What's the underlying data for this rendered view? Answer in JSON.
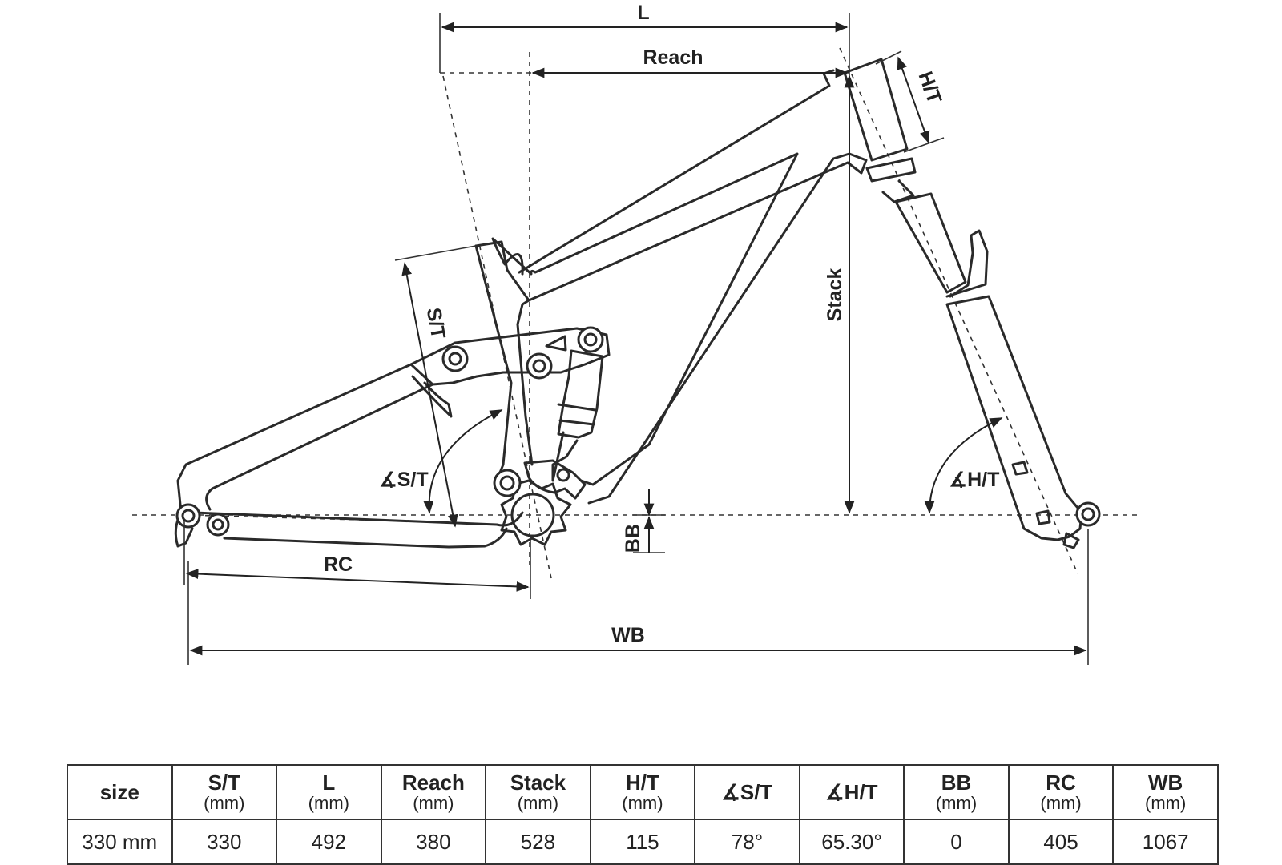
{
  "diagram": {
    "labels": {
      "L": "L",
      "reach": "Reach",
      "ht": "H/T",
      "stack": "Stack",
      "st": "S/T",
      "st_angle": "∡S/T",
      "ht_angle": "∡H/T",
      "bb": "BB",
      "rc": "RC",
      "wb": "WB"
    }
  },
  "table": {
    "headers": [
      {
        "name": "size",
        "unit": ""
      },
      {
        "name": "S/T",
        "unit": "(mm)"
      },
      {
        "name": "L",
        "unit": "(mm)"
      },
      {
        "name": "Reach",
        "unit": "(mm)"
      },
      {
        "name": "Stack",
        "unit": "(mm)"
      },
      {
        "name": "H/T",
        "unit": "(mm)"
      },
      {
        "name": "∡S/T",
        "unit": ""
      },
      {
        "name": "∡H/T",
        "unit": ""
      },
      {
        "name": "BB",
        "unit": "(mm)"
      },
      {
        "name": "RC",
        "unit": "(mm)"
      },
      {
        "name": "WB",
        "unit": "(mm)"
      }
    ],
    "rows": [
      [
        "330 mm",
        "330",
        "492",
        "380",
        "528",
        "115",
        "78°",
        "65.30°",
        "0",
        "405",
        "1067"
      ]
    ]
  }
}
